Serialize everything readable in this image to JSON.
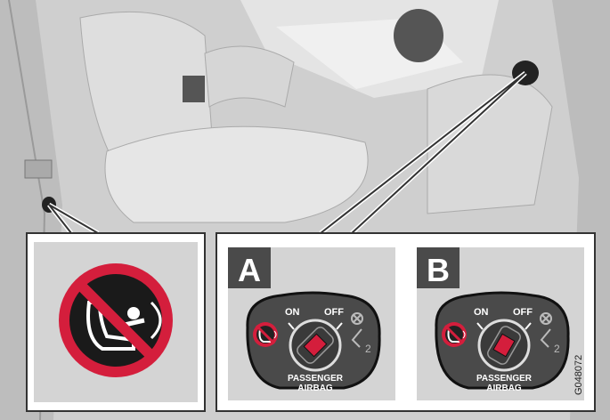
{
  "panels": {
    "a": {
      "letter": "A",
      "on_label": "ON",
      "off_label": "OFF",
      "caption_line1": "PASSENGER",
      "caption_line2": "AIRBAG",
      "switch_position": "ON"
    },
    "b": {
      "letter": "B",
      "on_label": "ON",
      "off_label": "OFF",
      "caption_line1": "PASSENGER",
      "caption_line2": "AIRBAG",
      "switch_position": "OFF"
    }
  },
  "figure_code": "G048072",
  "colors": {
    "warning_red": "#d41e3c",
    "panel_dark": "#4a4a4a",
    "panel_bg": "#d4d4d4"
  },
  "icons": [
    "no-child-seat-icon",
    "airbag-off-indicator-icon"
  ]
}
